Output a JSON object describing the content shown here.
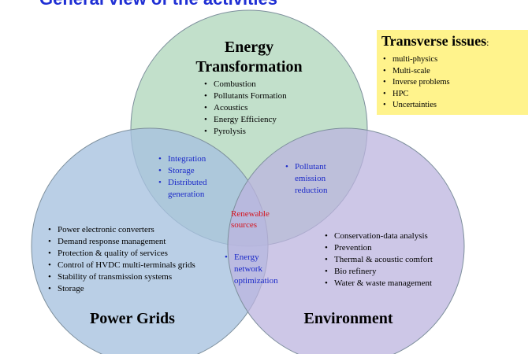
{
  "title": "General view of the activities",
  "circles": {
    "energy": {
      "title_line1": "Energy",
      "title_line2": "Transformation",
      "color": "#b9dcc4",
      "items": [
        "Combustion",
        "Pollutants Formation",
        "Acoustics",
        "Energy Efficiency",
        "Pyrolysis"
      ]
    },
    "power": {
      "title": "Power Grids",
      "color": "#a7c2df",
      "items": [
        "Power electronic converters",
        "Demand response management",
        "Protection & quality of services",
        "Control of HVDC multi-terminals grids",
        "Stability of transmission systems",
        "Storage"
      ]
    },
    "environment": {
      "title": "Environment",
      "color": "#bcb3de",
      "items": [
        "Conservation-data analysis",
        "Prevention",
        "Thermal & acoustic comfort",
        "Bio refinery",
        "Water & waste management"
      ]
    }
  },
  "overlaps": {
    "energy_power": [
      "Integration",
      "Storage",
      "Distributed generation"
    ],
    "energy_environment": [
      "Pollutant emission reduction"
    ],
    "power_environment": [
      "Energy network optimization"
    ],
    "center_line1": "Renewable",
    "center_line2": "sources"
  },
  "transverse": {
    "title": "Transverse issues",
    "colon": ":",
    "box_color": "#fff38c",
    "items": [
      "multi-physics",
      "Multi-scale",
      "Inverse problems",
      "HPC",
      "Uncertainties"
    ]
  }
}
